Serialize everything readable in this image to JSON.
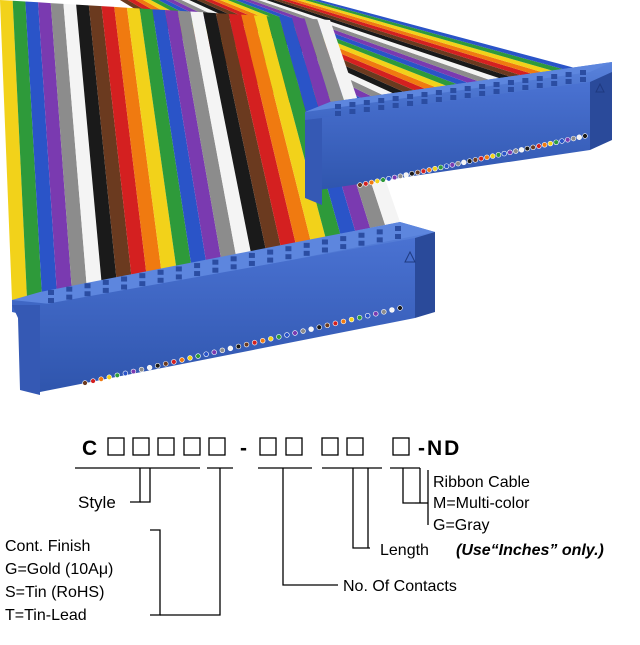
{
  "part_number": {
    "prefix": "C",
    "suffix": "-ND",
    "dash": "-"
  },
  "fields": {
    "style": "Style",
    "cont_finish": {
      "title": "Cont. Finish",
      "options": [
        "G=Gold (10Aμ)",
        "S=Tin (RoHS)",
        "T=Tin-Lead"
      ]
    },
    "contacts": "No. Of Contacts",
    "length": {
      "label": "Length",
      "note": "(Use“Inches” only.)"
    },
    "cable": {
      "title": "Ribbon Cable",
      "options": [
        "M=Multi-color",
        "G=Gray"
      ]
    }
  },
  "colors": {
    "connector_blue": "#3f67c4",
    "connector_dark": "#2a4a9a",
    "line": "#000000",
    "ribbon": [
      "#6b3a1f",
      "#d42020",
      "#f07a10",
      "#f2d21a",
      "#2e9a3a",
      "#2a54c8",
      "#7a3ab0",
      "#8c8c8c",
      "#f4f4f4",
      "#1a1a1a"
    ]
  }
}
